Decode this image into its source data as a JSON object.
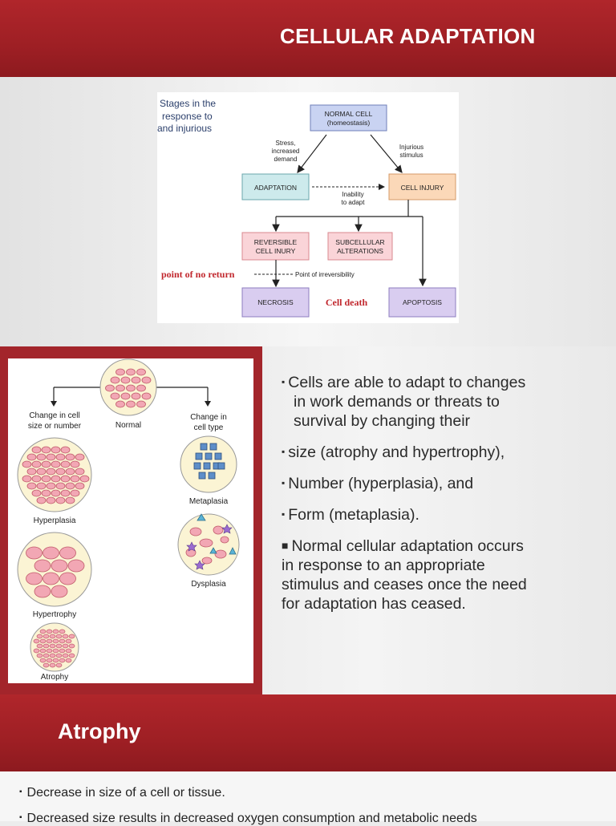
{
  "slide1": {
    "title": "CELLULAR ADAPTATION",
    "figure": {
      "caption_lines": [
        "Stages in the",
        "response to",
        "and injurious"
      ],
      "normal_cell": [
        "NORMAL CELL",
        "(homeostasis)"
      ],
      "stress_label": [
        "Stress,",
        "increased",
        "demand"
      ],
      "injurious_label": [
        "Injurious",
        "stimulus"
      ],
      "adaptation": "ADAPTATION",
      "cell_injury": "CELL INJURY",
      "inability_label": [
        "Inability",
        "to adapt"
      ],
      "reversible": [
        "REVERSIBLE",
        "CELL INURY"
      ],
      "subcellular": [
        "SUBCELLULAR",
        "ALTERATIONS"
      ],
      "point_no_return": "point of no return",
      "point_irreversibility": "Point of irreversibility",
      "necrosis": "NECROSIS",
      "cell_death": "Cell death",
      "apoptosis": "APOPTOSIS"
    }
  },
  "slide2": {
    "figure": {
      "normal": "Normal",
      "change_size": [
        "Change in cell",
        "size or number"
      ],
      "change_type": [
        "Change in",
        "cell type"
      ],
      "hyperplasia": "Hyperplasia",
      "metaplasia": "Metaplasia",
      "hypertrophy": "Hypertrophy",
      "dysplasia": "Dysplasia",
      "atrophy": "Atrophy"
    },
    "bullets": {
      "b1_line1": "Cells are able to adapt to changes",
      "b1_line2": "in work demands or threats to",
      "b1_line3": "survival by changing their",
      "b2": "size (atrophy and hypertrophy),",
      "b3": "Number (hyperplasia), and",
      "b4": "Form (metaplasia).",
      "p_line1": "Normal cellular adaptation occurs",
      "p_line2": "in response to an appropriate",
      "p_line3": "stimulus and ceases once the need",
      "p_line4": "for adaptation has ceased."
    }
  },
  "slide3": {
    "title": "Atrophy",
    "bullet1": "Decrease in size of a cell or tissue.",
    "bullet2": "Decreased size results in decreased oxygen consumption and metabolic needs"
  },
  "colors": {
    "header_red": "#a3252b",
    "cell_pink": "#f2a7b4",
    "cell_outline": "#c05a6a"
  }
}
